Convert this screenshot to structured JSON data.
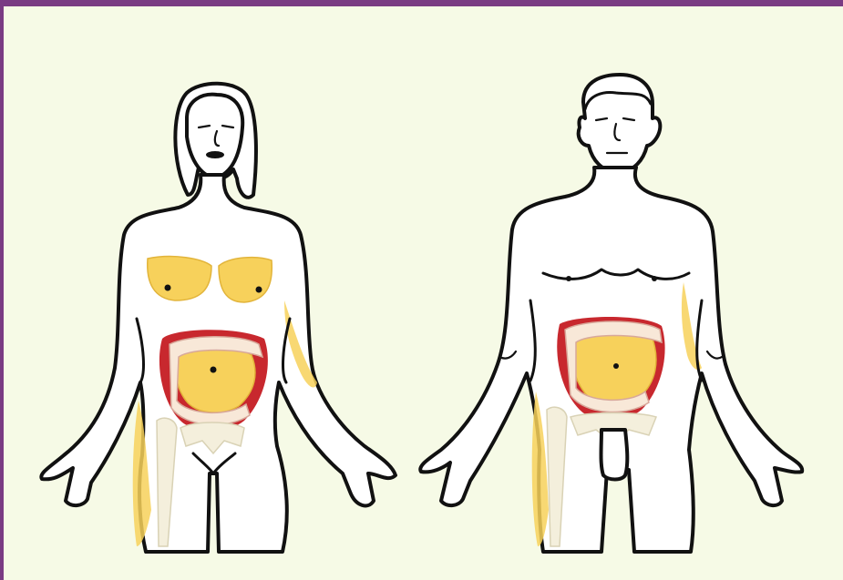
{
  "figures": [
    {
      "name": "female-figure",
      "regions": [
        "breast-fat",
        "abdominal-fat",
        "hip-fat-left",
        "arm-fat-right"
      ]
    },
    {
      "name": "male-figure",
      "regions": [
        "abdominal-fat",
        "hip-fat-left",
        "arm-fat-right"
      ]
    }
  ],
  "colors": {
    "frame_border": "#7a3b83",
    "background": "#f6fae6",
    "fat": "#f7d15b",
    "organ": "#c8282e",
    "outline": "#111111"
  }
}
